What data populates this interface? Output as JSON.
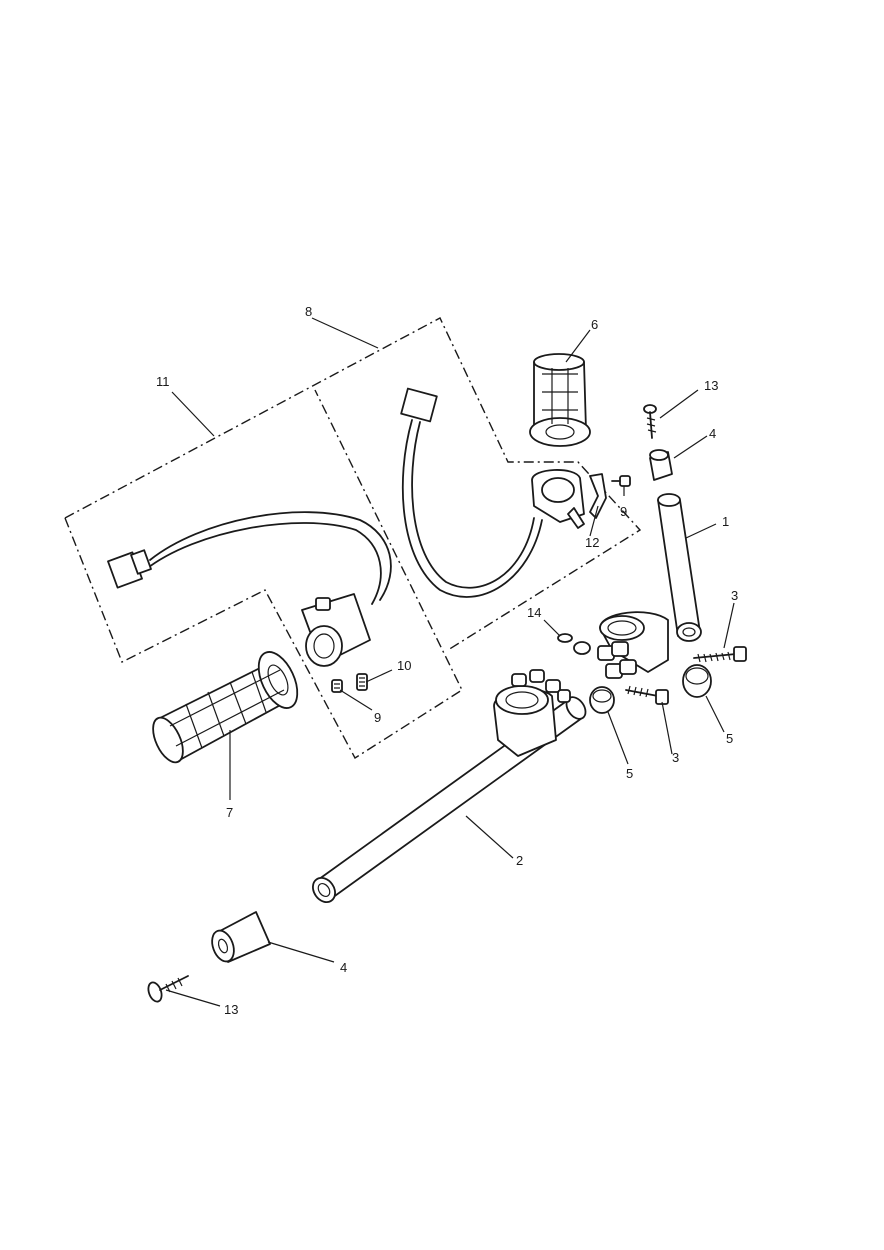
{
  "callouts": {
    "c1": "1",
    "c2": "2",
    "c3a": "3",
    "c3b": "3",
    "c4a": "4",
    "c4b": "4",
    "c5a": "5",
    "c5b": "5",
    "c6": "6",
    "c7": "7",
    "c8": "8",
    "c9a": "9",
    "c9b": "9",
    "c10": "10",
    "c11": "11",
    "c12": "12",
    "c13a": "13",
    "c13b": "13",
    "c14": "14"
  }
}
